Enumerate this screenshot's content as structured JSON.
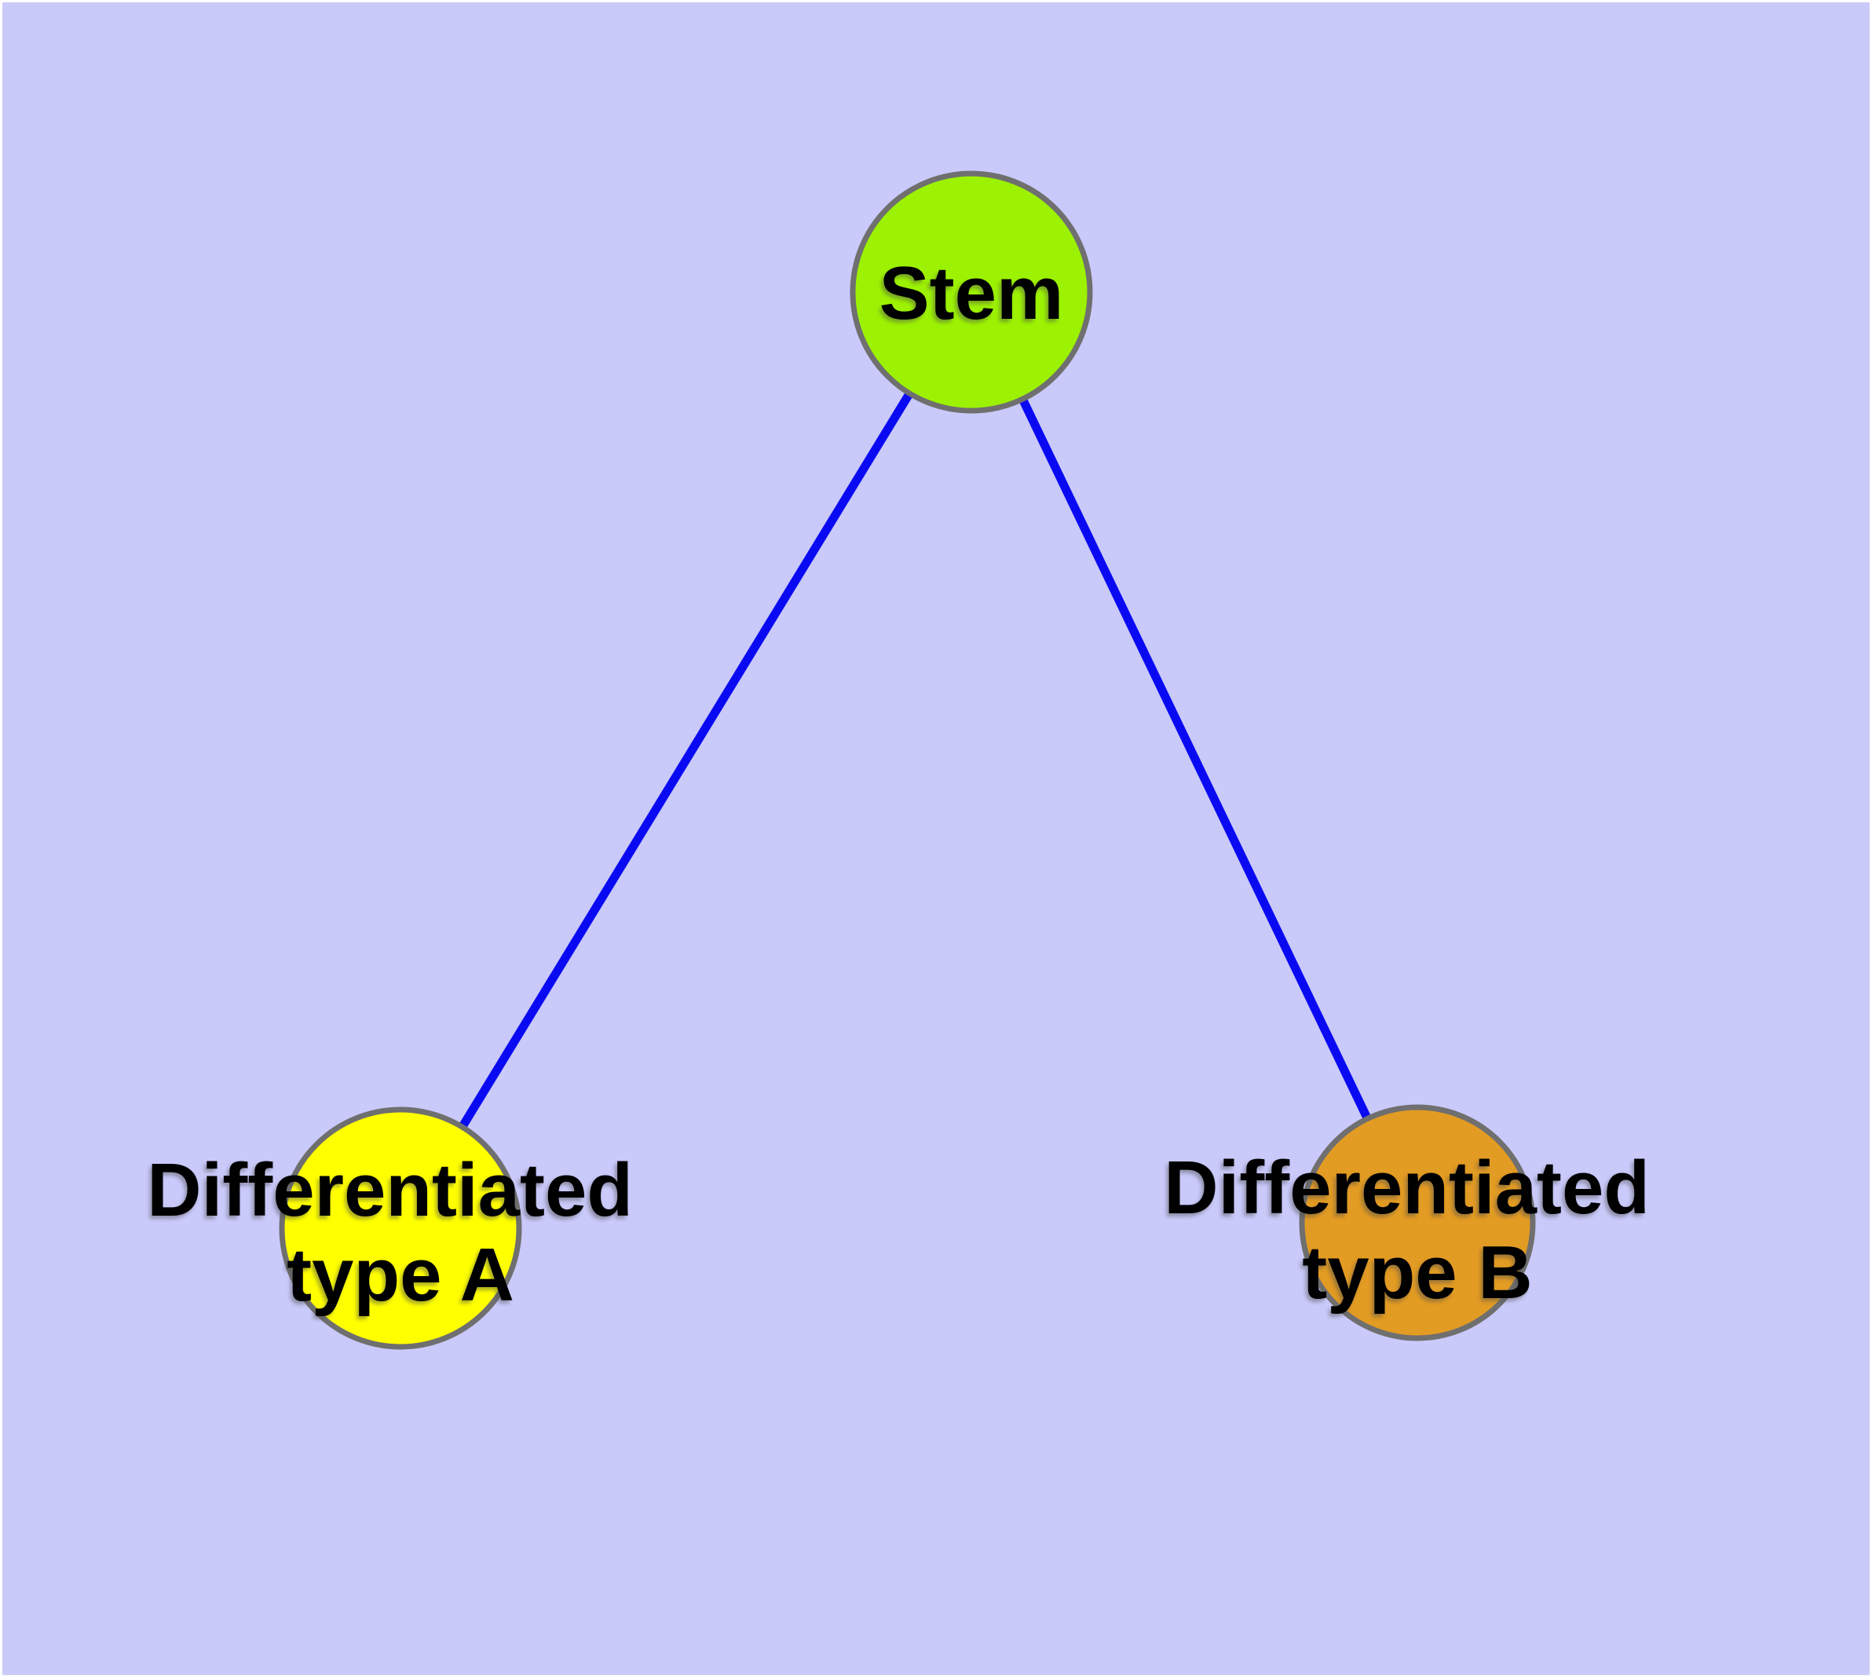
{
  "diagram": {
    "background_color": "#c9c9fa",
    "edge_color": "#0a0af2",
    "node_border_color": "#6f6f6f",
    "nodes": [
      {
        "id": "stem",
        "label_lines": [
          "Stem"
        ],
        "fill_color": "#9cf202"
      },
      {
        "id": "differentiated-type-a",
        "label_lines": [
          "Differentiated",
          "type A"
        ],
        "fill_color": "#ffff00"
      },
      {
        "id": "differentiated-type-b",
        "label_lines": [
          "Differentiated",
          "type B"
        ],
        "fill_color": "#e29b23"
      }
    ],
    "edges": [
      {
        "from": "stem",
        "to": "differentiated-type-a"
      },
      {
        "from": "stem",
        "to": "differentiated-type-b"
      }
    ]
  }
}
